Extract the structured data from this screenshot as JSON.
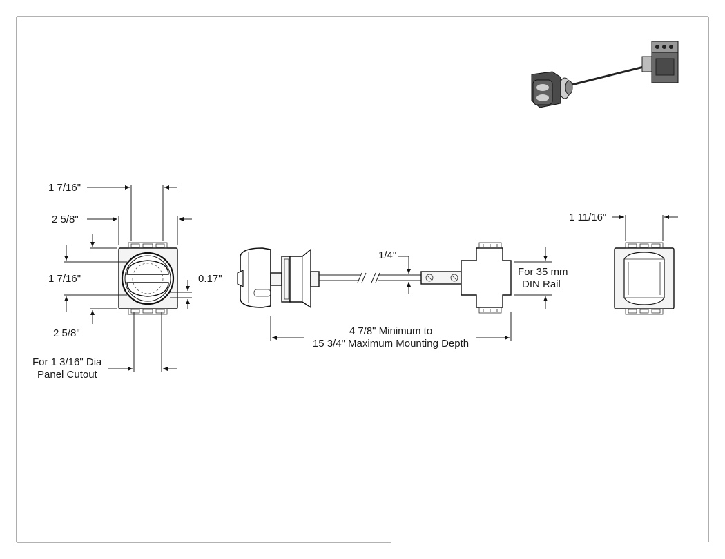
{
  "labels": {
    "front_width": "1 7/16\"",
    "front_outer_width": "2 5/8\"",
    "front_height": "1 7/16\"",
    "front_outer_height": "2 5/8\"",
    "shaft_offset": "0.17\"",
    "cutout_line1": "For 1 3/16\" Dia",
    "cutout_line2": "Panel Cutout",
    "shaft_size": "1/4\"",
    "depth_line1": "4 7/8\" Minimum to",
    "depth_line2": "15 3/4\" Maximum Mounting Depth",
    "din_line1": "For 35 mm",
    "din_line2": "DIN Rail",
    "side_width": "1 11/16\""
  },
  "icons": {
    "front_view": "rotary-handle-front-view",
    "side_view": "handle-shaft-switch-side-view",
    "end_view": "switch-end-view",
    "iso_view": "isometric-assembly-view"
  }
}
